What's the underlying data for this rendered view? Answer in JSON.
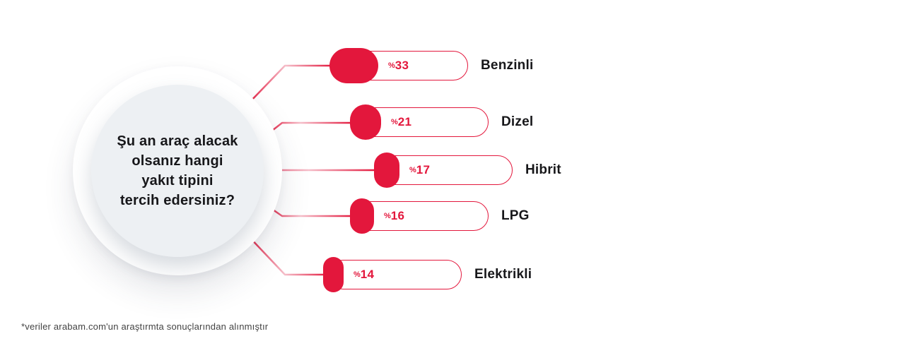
{
  "question": {
    "lines": [
      "Şu an araç alacak",
      "olsanız hangi",
      "yakıt tipini",
      "tercih edersiniz?"
    ],
    "full_text": "Şu an araç alacak olsanız hangi yakıt tipini tercih edersiniz?"
  },
  "percent_prefix": "%",
  "footnote": "*veriler arabam.com'un araştırmta sonuçlarından alınmıştır",
  "colors": {
    "accent": "#e3173c",
    "accent_light": "#f5bfca",
    "circle_fill": "#edf0f3",
    "text_dark": "#17171a",
    "footnote_text": "#434343"
  },
  "chart_data": {
    "type": "bar",
    "orientation": "horizontal",
    "categories": [
      "Benzinli",
      "Dizel",
      "Hibrit",
      "LPG",
      "Elektrikli"
    ],
    "values": [
      33,
      21,
      17,
      16,
      14
    ],
    "value_labels": [
      "%33",
      "%21",
      "%17",
      "%16",
      "%14"
    ],
    "unit": "percent",
    "xlim": [
      0,
      100
    ],
    "title": "Şu an araç alacak olsanız hangi yakıt tipini tercih edersiniz?",
    "note": "*veriler arabam.com'un araştırmta sonuçlarından alınmıştır",
    "legend": false,
    "grid": false
  }
}
